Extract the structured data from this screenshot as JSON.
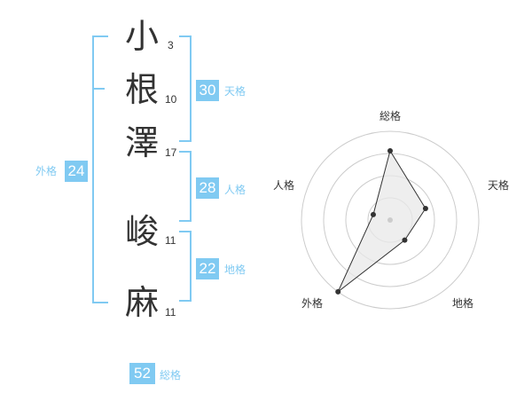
{
  "name": {
    "chars": [
      {
        "char": "小",
        "strokes": "3"
      },
      {
        "char": "根",
        "strokes": "10"
      },
      {
        "char": "澤",
        "strokes": "17"
      },
      {
        "char": "峻",
        "strokes": "11"
      },
      {
        "char": "麻",
        "strokes": "11"
      }
    ]
  },
  "kakusu": {
    "tenkaku": {
      "value": "30",
      "label": "天格"
    },
    "jinkaku": {
      "value": "28",
      "label": "人格"
    },
    "chikaku": {
      "value": "22",
      "label": "地格"
    },
    "gaikaku": {
      "value": "24",
      "label": "外格"
    },
    "soukaku": {
      "value": "52",
      "label": "総格"
    }
  },
  "chart_data": {
    "type": "radar",
    "axes": [
      "総格",
      "天格",
      "地格",
      "外格",
      "人格"
    ],
    "values": [
      0.78,
      0.42,
      0.28,
      1.0,
      0.2
    ],
    "range": [
      0,
      1
    ],
    "rings": 4,
    "colors": {
      "fill": "#e8e8e8",
      "line": "#333333",
      "grid": "#cccccc",
      "center": "#cccccc"
    }
  }
}
